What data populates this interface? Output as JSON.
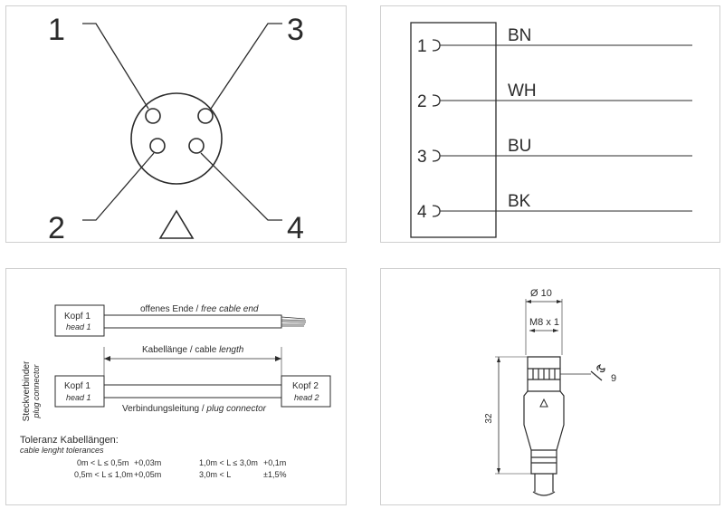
{
  "pinout": {
    "pins": [
      "1",
      "2",
      "3",
      "4"
    ],
    "coding_symbol": "triangle-icon"
  },
  "wiring": {
    "rows": [
      {
        "pin": "1",
        "color": "BN"
      },
      {
        "pin": "2",
        "color": "WH"
      },
      {
        "pin": "3",
        "color": "BU"
      },
      {
        "pin": "4",
        "color": "BK"
      }
    ]
  },
  "cable": {
    "side_label_de": "Steckverbinder",
    "side_label_en": "plug connector",
    "head1_de": "Kopf 1",
    "head1_en": "head 1",
    "head2_de": "Kopf 2",
    "head2_en": "head 2",
    "free_end_de": "offenes Ende /",
    "free_end_en": "free cable end",
    "length_de": "Kabellänge / cable",
    "length_en": "length",
    "connection_de": "Verbindungsleitung /",
    "connection_en": "plug connector",
    "tolerance_title": "Toleranz Kabellängen:",
    "tolerance_subtitle": "cable lenght tolerances",
    "tolerances": [
      {
        "range": "0m < L ≤ 0,5m",
        "value": "+0,03m"
      },
      {
        "range": "0,5m < L ≤ 1,0m",
        "value": "+0,05m"
      },
      {
        "range": "1,0m < L ≤ 3,0m",
        "value": "+0,1m"
      },
      {
        "range": "3,0m < L",
        "value": "±1,5%"
      }
    ]
  },
  "dimensions": {
    "diameter": "Ø 10",
    "thread": "M8 x 1",
    "wrench": "9",
    "length": "32"
  }
}
